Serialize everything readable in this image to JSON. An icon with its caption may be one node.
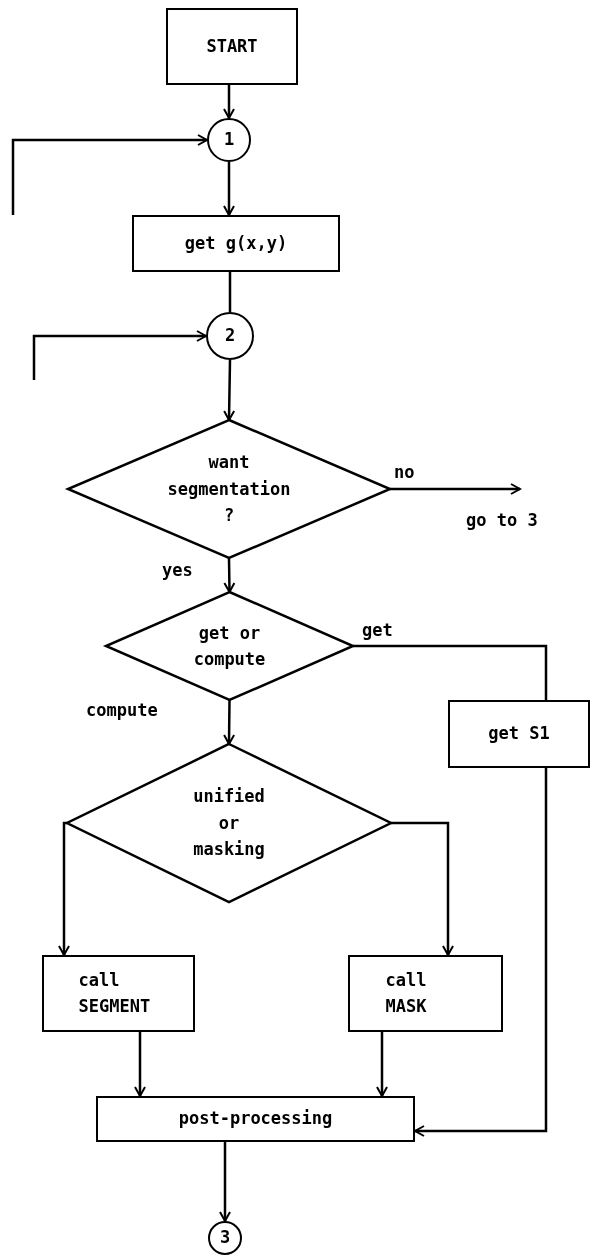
{
  "diagram": {
    "nodes": [
      {
        "text": [
          "START"
        ]
      },
      {
        "text": [
          "1"
        ]
      },
      {
        "text": [
          "get g(x,y)"
        ]
      },
      {
        "text": [
          "2"
        ]
      },
      {
        "text": [
          "want segmentation ?"
        ]
      },
      {
        "text": [
          "get or compute"
        ]
      },
      {
        "text": [
          "get S1"
        ]
      },
      {
        "text": [
          "unified or masking"
        ]
      },
      {
        "text": [
          "call SEGMENT"
        ]
      },
      {
        "text": [
          "call MASK"
        ]
      },
      {
        "text": [
          "post-processing"
        ]
      },
      {
        "text": [
          "3"
        ]
      },
      {
        "text": [
          "go to 3"
        ]
      }
    ],
    "edges": [
      {
        "from": 0,
        "to": 1,
        "arrow": "to"
      },
      {
        "from": null,
        "to": 1,
        "arrow": "to"
      },
      {
        "from": 1,
        "to": 2,
        "arrow": "to"
      },
      {
        "from": 2,
        "to": 3,
        "arrow": "none"
      },
      {
        "from": null,
        "to": 3,
        "arrow": "to"
      },
      {
        "from": 3,
        "to": 4,
        "arrow": "to"
      },
      {
        "from": 4,
        "to": 12,
        "arrow": "to",
        "label": "no"
      },
      {
        "from": 4,
        "to": 5,
        "arrow": "to",
        "label": "yes"
      },
      {
        "from": 5,
        "to": 6,
        "arrow": "none",
        "label": "get"
      },
      {
        "from": 5,
        "to": 7,
        "arrow": "to",
        "label": "compute"
      },
      {
        "from": 7,
        "to": 8,
        "arrow": "to"
      },
      {
        "from": 7,
        "to": 9,
        "arrow": "to"
      },
      {
        "from": 8,
        "to": 10,
        "arrow": "to"
      },
      {
        "from": 9,
        "to": 10,
        "arrow": "to"
      },
      {
        "from": 6,
        "to": 10,
        "arrow": "to"
      },
      {
        "from": 10,
        "to": 11,
        "arrow": "to"
      }
    ],
    "labels": []
  }
}
